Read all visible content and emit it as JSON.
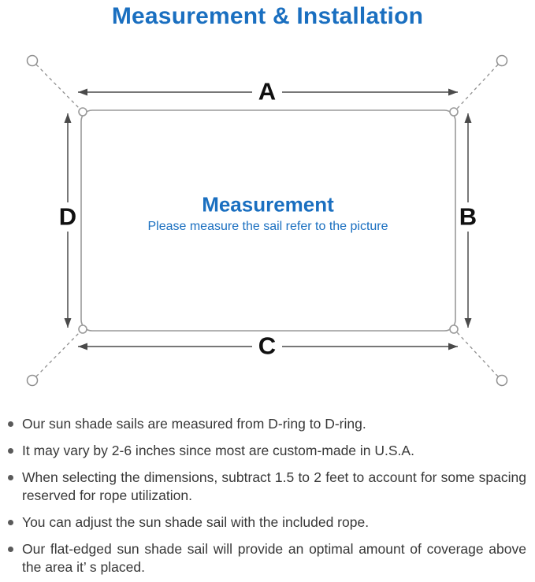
{
  "title": "Measurement & Installation",
  "diagram": {
    "dimension_labels": {
      "top": "A",
      "right": "B",
      "bottom": "C",
      "left": "D"
    },
    "heading": "Measurement",
    "subheading": "Please measure the sail refer to the picture"
  },
  "notes": [
    "Our sun shade sails are measured from D-ring to D-ring.",
    "It may vary by 2-6 inches since most are custom-made in U.S.A.",
    "When selecting the dimensions, subtract 1.5 to 2 feet to account for some spacing reserved for rope utilization.",
    "You can adjust the sun shade sail with the included rope.",
    "Our flat-edged sun shade sail will provide an optimal amount of coverage above the area it’ s placed."
  ],
  "colors": {
    "accent_blue": "#1a6fc0",
    "line_gray": "#8f8f8f",
    "arrow_dark": "#4a4a4a",
    "text_dark": "#383838"
  }
}
